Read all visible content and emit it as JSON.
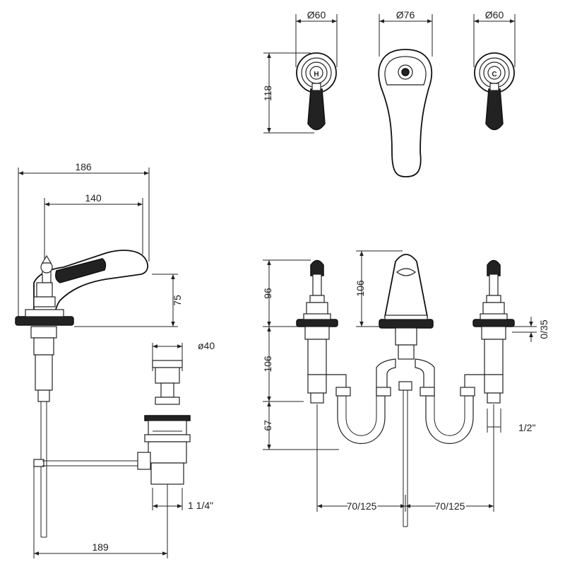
{
  "dimensions": {
    "top_left_handle_diameter": "Ø60",
    "top_spout_diameter": "Ø76",
    "top_right_handle_diameter": "Ø60",
    "top_height": "118",
    "side_overall_length": "186",
    "side_handshower_length": "140",
    "side_height": "75",
    "waste_diameter": "ø40",
    "waste_thread": "1 1/4\"",
    "waste_rod_length": "189",
    "front_handle_height": "96",
    "front_spout_height": "106",
    "front_body_height": "106",
    "front_pipe_height": "67",
    "deck_thickness": "0/35",
    "supply_thread": "1/2\"",
    "centers_left": "70/125",
    "centers_right": "70/125"
  },
  "colors": {
    "line": "#222222",
    "handle": "#222222"
  }
}
